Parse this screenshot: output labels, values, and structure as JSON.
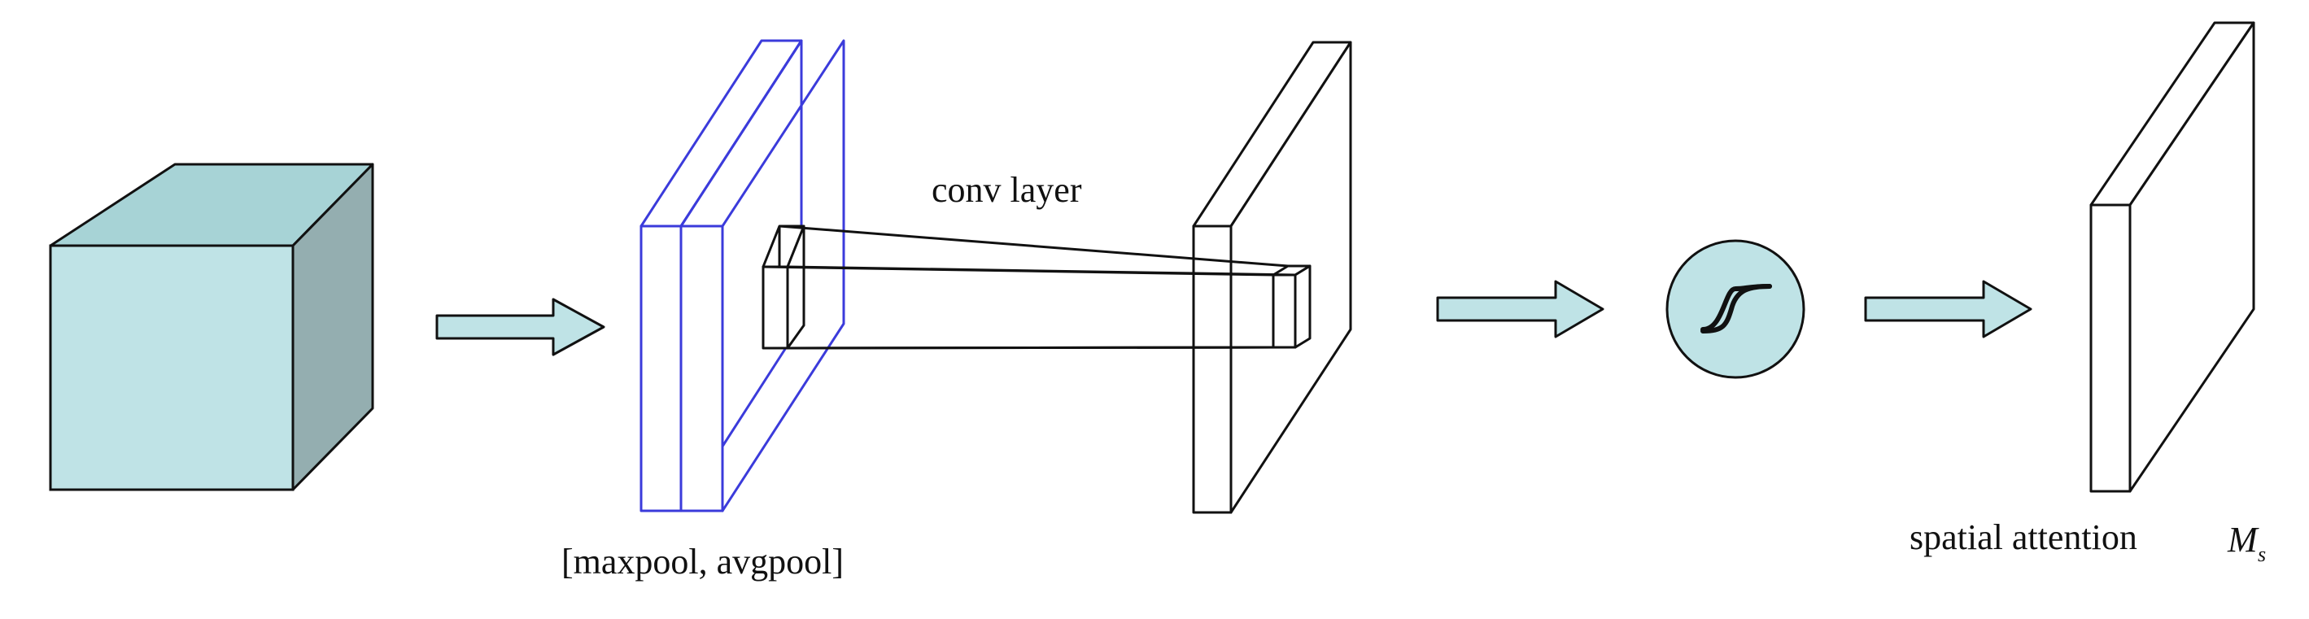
{
  "labels": {
    "pool": "[maxpool, avgpool]",
    "conv": "conv layer",
    "attention": "spatial attention",
    "ms_symbol": "M",
    "ms_subscript": "s"
  },
  "colors": {
    "cube_front": "#bfe3e6",
    "cube_top": "#a7d3d6",
    "cube_side": "#94aeb0",
    "arrow_fill": "#bfe3e6",
    "pool_stroke": "#3b3bdb",
    "stroke": "#111111"
  },
  "icons": {
    "sigmoid": "sigmoid-icon",
    "arrow": "right-arrow-icon"
  }
}
